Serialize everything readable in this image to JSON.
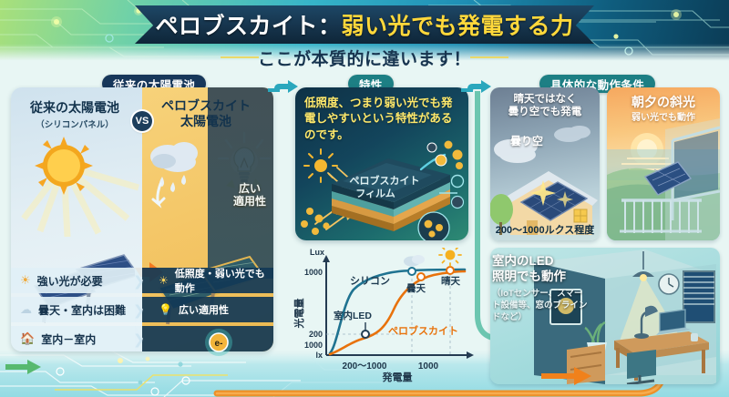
{
  "header": {
    "title_white": "ペロブスカイト：",
    "title_yellow": "弱い光でも発電する力",
    "subtitle": "ここが本質的に違います！"
  },
  "badges": {
    "left": "従来の太陽電池",
    "center": "特性",
    "right": "具体的な動作条件"
  },
  "compare": {
    "vs": "VS",
    "left_title": "従来の太陽電池",
    "left_sub": "（シリコンパネル）",
    "right_title_l1": "ペロブスカイト",
    "right_title_l2": "太陽電池",
    "right_overlay_l1": "広い",
    "right_overlay_l2": "適用性",
    "rows": [
      {
        "left_icon": "sun-icon",
        "left": "強い光が必要",
        "right_icon": "sun-small-icon",
        "right": "低照度・弱い光でも動作"
      },
      {
        "left_icon": "cloud-icon",
        "left": "曇天・室内は困難",
        "right_icon": "bulb-icon",
        "right": "広い適用性"
      },
      {
        "left_icon": "home-icon",
        "left": "室内－室内",
        "right_icon": "",
        "right": ""
      }
    ],
    "electron_badge": "e⁻"
  },
  "center": {
    "text": "低照度、つまり弱い光でも発電しやすいという特性があるのです。",
    "film_label_l1": "ペロブスカイト",
    "film_label_l2": "フィルム",
    "electron": "e⁻",
    "minus": "−"
  },
  "chart_data": {
    "type": "line",
    "title": "",
    "xlabel": "発電量",
    "ylabel": "光電量",
    "y_unit_top": "Lux",
    "y_unit_bottom": "lx",
    "yticks": [
      "1000",
      "200",
      "1000"
    ],
    "xticks": [
      "200〜1000",
      "1000"
    ],
    "grid": true,
    "legend_position": "inline",
    "series": [
      {
        "name": "シリコン",
        "color": "#1f7391",
        "x": [
          0,
          6,
          14,
          24,
          36,
          50,
          64,
          78,
          90,
          100
        ],
        "y": [
          2,
          30,
          58,
          74,
          84,
          90,
          94,
          96,
          97,
          97
        ]
      },
      {
        "name": "ペロブスカイト",
        "color": "#e8720c",
        "x": [
          0,
          8,
          18,
          28,
          38,
          50,
          62,
          74,
          86,
          100
        ],
        "y": [
          3,
          10,
          17,
          22,
          34,
          58,
          76,
          86,
          92,
          97
        ]
      }
    ],
    "annotations": [
      {
        "label": "室内LED",
        "series": "ペロブスカイト",
        "x": 18,
        "y": 17,
        "marker": "open-circle",
        "icon": ""
      },
      {
        "label": "曇天",
        "series": "ペロブスカイト",
        "x": 62,
        "y": 76,
        "marker": "open-circle",
        "icon": "cloud-icon"
      },
      {
        "label": "晴天",
        "series": "ペロブスカイト",
        "x": 86,
        "y": 92,
        "marker": "open-circle",
        "icon": "sun-icon"
      },
      {
        "label": "",
        "series": "シリコン",
        "x": 62,
        "y": 94,
        "marker": "open-circle",
        "icon": ""
      }
    ]
  },
  "conditions": {
    "cloudy": {
      "caption_l1": "晴天ではなく",
      "caption_l2": "曇り空でも発電",
      "note": "曇り空",
      "lux": "200〜1000ルクス程度"
    },
    "slant": {
      "caption": "朝夕の斜光",
      "sub": "弱い光でも動作"
    }
  },
  "indoor": {
    "title_l1": "室内のLED",
    "title_l2": "照明でも動作",
    "sub": "（IoTセンサー、スマート設備等、窓のブラインドなど）"
  }
}
